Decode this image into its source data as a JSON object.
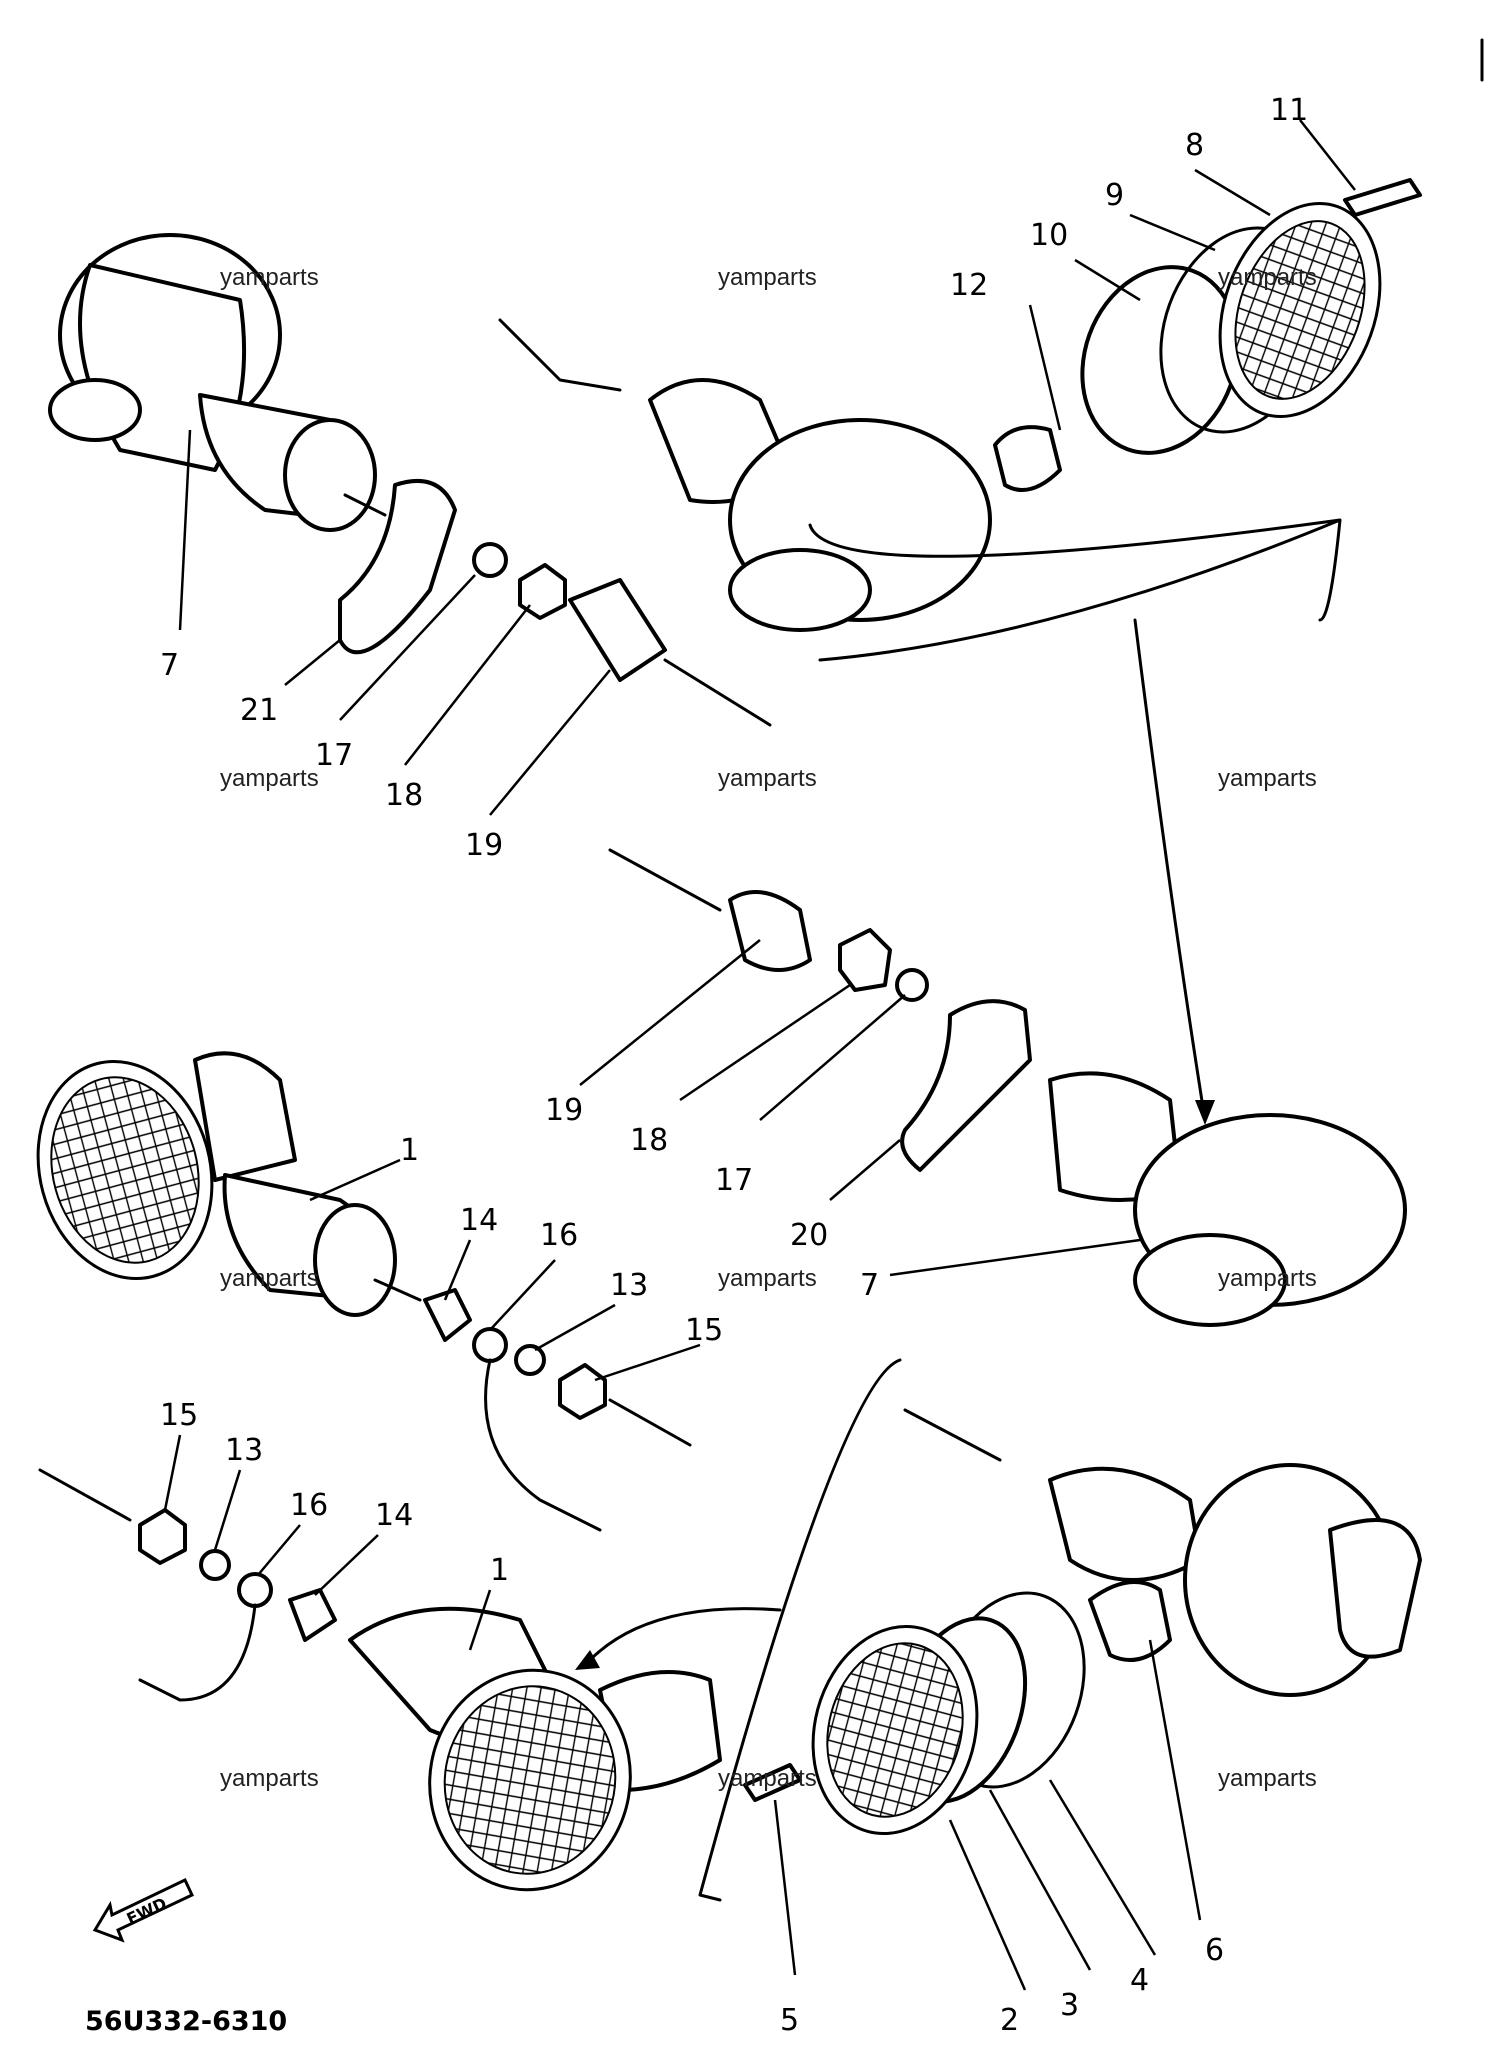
{
  "callouts": {
    "c1a": "1",
    "c1b": "1",
    "c2": "2",
    "c3": "3",
    "c4": "4",
    "c5": "5",
    "c6": "6",
    "c7a": "7",
    "c7b": "7",
    "c8": "8",
    "c9": "9",
    "c10": "10",
    "c11": "11",
    "c12": "12",
    "c13a": "13",
    "c13b": "13",
    "c14a": "14",
    "c14b": "14",
    "c15a": "15",
    "c15b": "15",
    "c16a": "16",
    "c16b": "16",
    "c17a": "17",
    "c17b": "17",
    "c18a": "18",
    "c18b": "18",
    "c19a": "19",
    "c19b": "19",
    "c20": "20",
    "c21": "21"
  },
  "watermark": "yamparts",
  "diagram_code": "56U332-6310",
  "direction_arrow": "FWD"
}
